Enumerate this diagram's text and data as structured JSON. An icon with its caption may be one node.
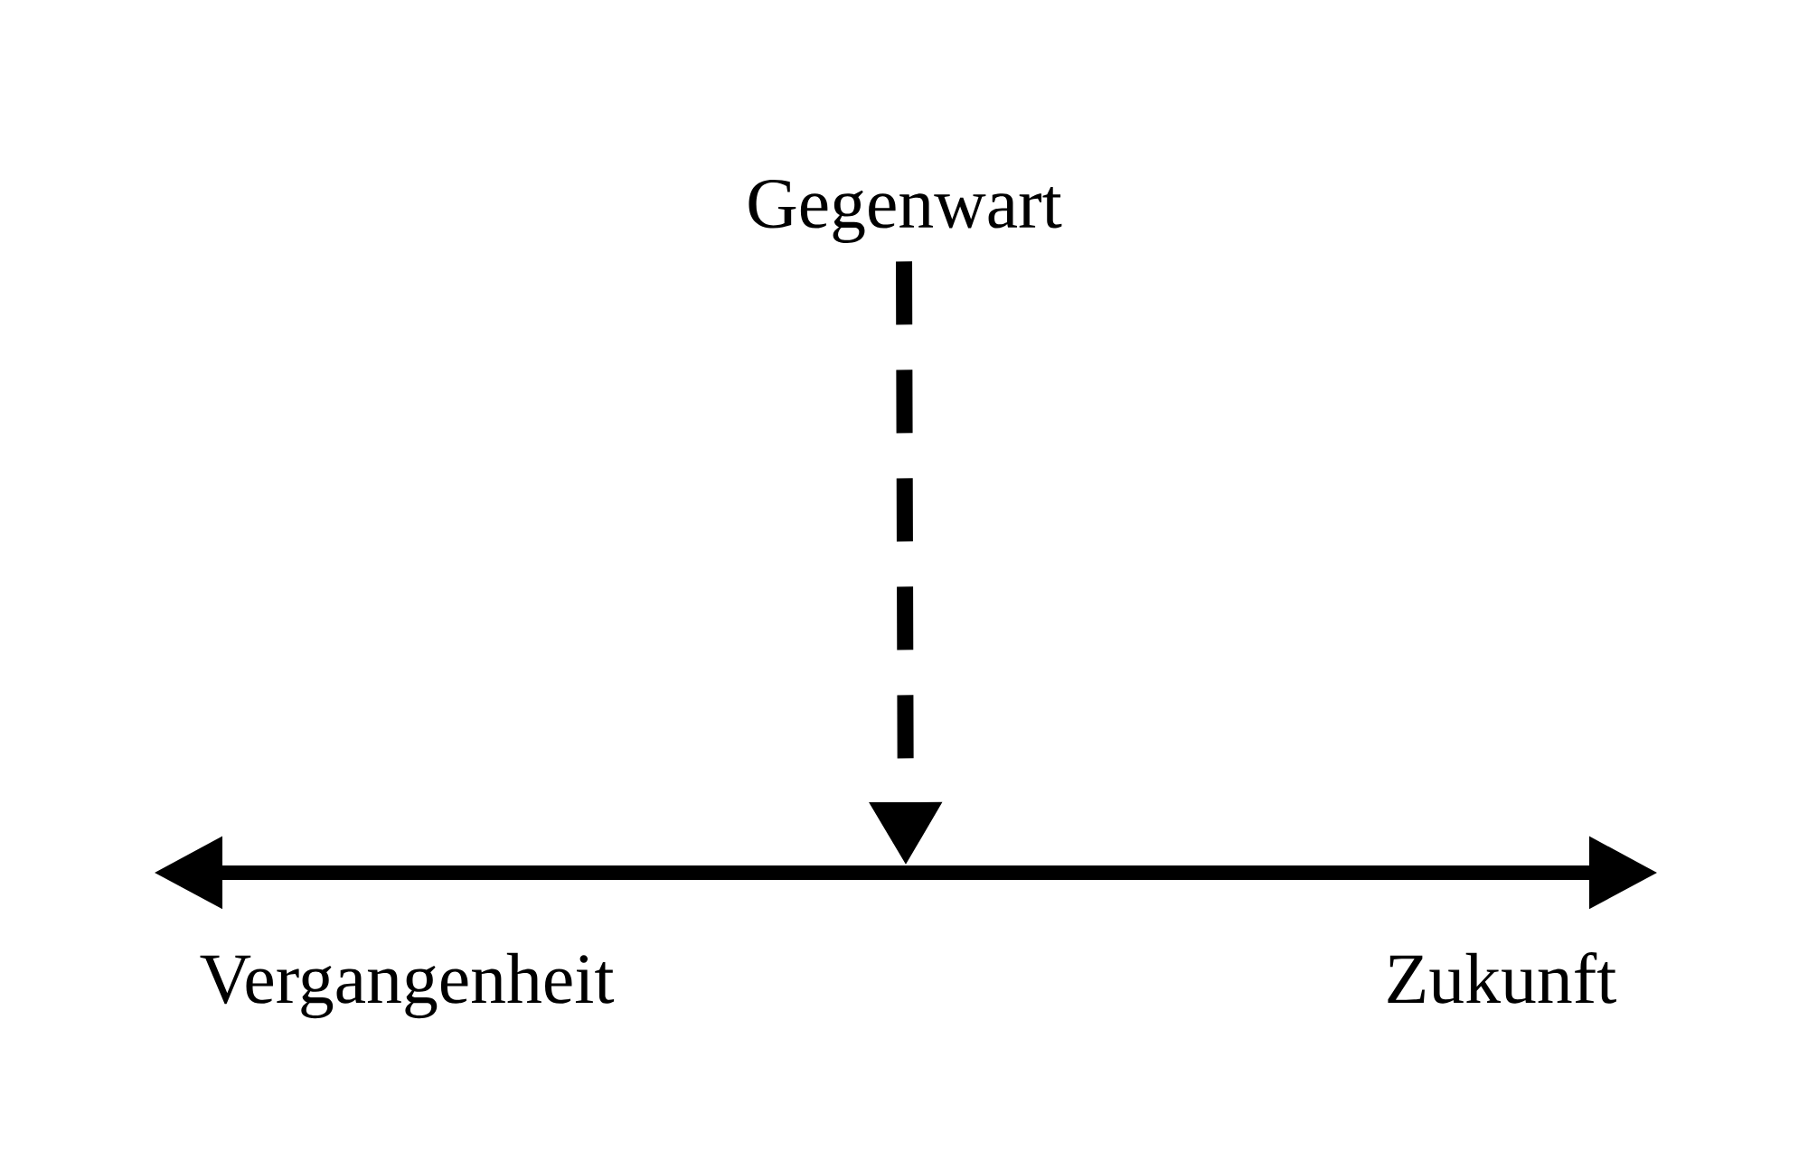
{
  "diagram": {
    "nodes": [
      {
        "text": [
          "Gegenwart"
        ]
      },
      {
        "text": [],
        "shape": "line"
      }
    ],
    "edges": [
      {
        "from": 0,
        "to": 1,
        "arrow": "to",
        "style": "dashed"
      }
    ],
    "labels": [
      "Vergangenheit",
      "Zukunft"
    ]
  }
}
